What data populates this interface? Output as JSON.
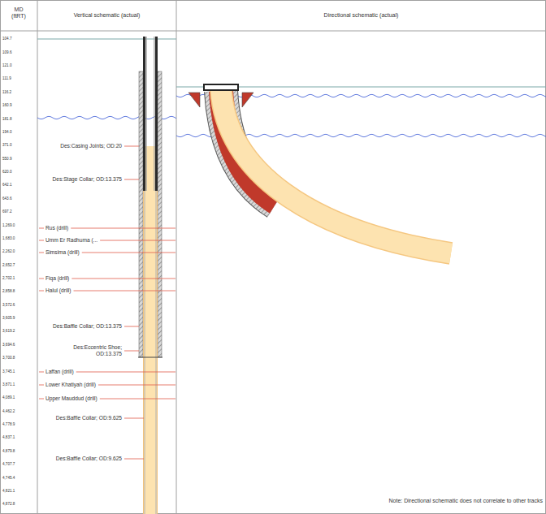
{
  "diagram": {
    "labels": [
      "MD (ftRT)",
      "Vertical schematic (actual)",
      "Directional schematic (actual)",
      "104.7",
      "109.6",
      "121.0",
      "111.9",
      "116.2",
      "160.9",
      "181.8",
      "194.0",
      "371.0",
      "550.9",
      "620.0",
      "642.1",
      "643.6",
      "697.2",
      "1,269.0",
      "1,683.0",
      "2,262.0",
      "2,652.7",
      "2,702.1",
      "2,858.8",
      "3,572.6",
      "3,605.9",
      "3,619.2",
      "3,694.6",
      "3,700.8",
      "3,745.1",
      "3,871.1",
      "4,089.1",
      "4,462.2",
      "4,778.9",
      "4,837.1",
      "4,879.8",
      "4,707.7",
      "4,745.4",
      "4,821.1",
      "4,872.8",
      "Des:Casing Joints; OD:20",
      "Des:Stage Collar; OD:13.375",
      "Rus (drill)",
      "Umm Er Radhuma (...",
      "Simsima (drill)",
      "Fiqa (drill)",
      "Halul (drill)",
      "Des:Baffle Collar; OD:13.375",
      "Des:Eccentric Shoe; OD:13.375",
      "Laffan (drill)",
      "Lower Khatiyah (drill)",
      "Upper Mauddud (drill)",
      "Des:Baffle Collar; OD:9.625",
      "Des:Baffle Collar; OD:9.625",
      "Note: Directional schematic does not correlate to other tracks"
    ]
  }
}
